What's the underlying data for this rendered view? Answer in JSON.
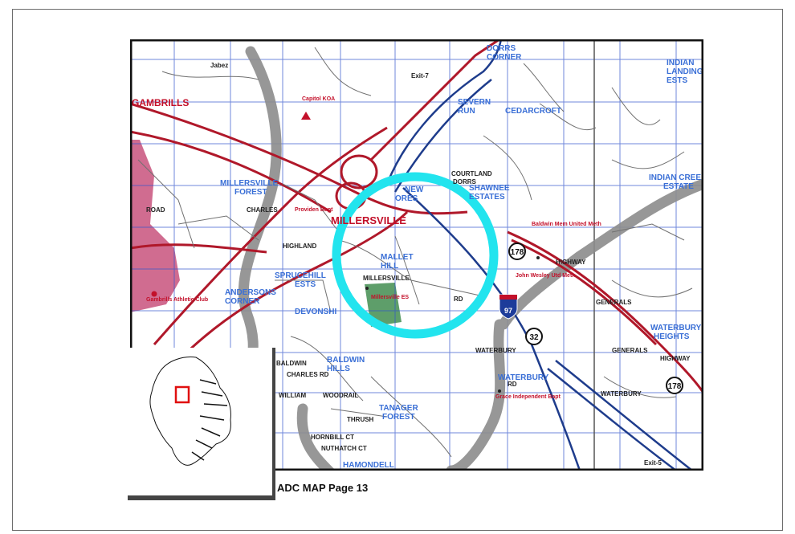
{
  "caption": "ADC MAP Page 13",
  "colors": {
    "grid": "#3355cc",
    "highway_red": "#b0182a",
    "highway_gray": "#8c8c8c",
    "railway_blue": "#1e3c8c",
    "highlight_circle": "#22e4ee",
    "place_blue": "#3a6fd6",
    "place_red": "#c3102a",
    "park_pink": "#c8527c",
    "school_green": "#5e9e6a",
    "inset_marker": "#e01010"
  },
  "map": {
    "place_labels_blue": [
      {
        "id": "dorrs-corner",
        "lines": [
          "DORRS",
          "CORNER"
        ]
      },
      {
        "id": "indian-landing",
        "lines": [
          "INDIAN",
          "LANDING",
          "ESTS"
        ]
      },
      {
        "id": "severn-run",
        "lines": [
          "SEVERN",
          "RUN"
        ]
      },
      {
        "id": "cedarcroft",
        "lines": [
          "CEDARCROFT"
        ]
      },
      {
        "id": "millersville-forest",
        "lines": [
          "MILLERSVILLE",
          "FOREST"
        ]
      },
      {
        "id": "shawnee-estates",
        "lines": [
          "SHAWNEE",
          "ESTATES"
        ]
      },
      {
        "id": "indian-creek",
        "lines": [
          "INDIAN CREE",
          "ESTATE"
        ]
      },
      {
        "id": "new",
        "lines": [
          "NEW",
          "ORES"
        ]
      },
      {
        "id": "mallet-hill",
        "lines": [
          "MALLET",
          "HILL"
        ]
      },
      {
        "id": "sprucehill",
        "lines": [
          "SPRUCEHILL",
          "ESTS"
        ]
      },
      {
        "id": "andersons-corner",
        "lines": [
          "ANDERSONS",
          "CORNER"
        ]
      },
      {
        "id": "devonshire",
        "lines": [
          "DEVONSHI"
        ]
      },
      {
        "id": "waterbury-heights",
        "lines": [
          "WATERBURY",
          "HEIGHTS"
        ]
      },
      {
        "id": "baldwin-hills",
        "lines": [
          "BALDWIN",
          "HILLS"
        ]
      },
      {
        "id": "waterbury",
        "lines": [
          "WATERBURY"
        ]
      },
      {
        "id": "tanager-forest",
        "lines": [
          "TANAGER",
          "FOREST"
        ]
      },
      {
        "id": "hamondell",
        "lines": [
          "HAMONDELL"
        ]
      }
    ],
    "place_labels_red": [
      {
        "id": "gambrills",
        "text": "GAMBRILLS"
      },
      {
        "id": "millersville",
        "text": "MILLERSVILLE"
      },
      {
        "id": "capitol-koa",
        "text": "Capitol KOA"
      },
      {
        "id": "providence-bapt",
        "text": "Providen Bapt"
      },
      {
        "id": "baldwin-mem",
        "text": "Baldwin Mem United Meth"
      },
      {
        "id": "john-wesley",
        "text": "John Wesley Utd Meth"
      },
      {
        "id": "gambrills-athletic",
        "text": "Gambrills Athletic Club"
      },
      {
        "id": "grace-bapt",
        "text": "Grace Independent Bapt"
      },
      {
        "id": "millersville-es",
        "text": "Millersville ES"
      }
    ],
    "road_labels": [
      "Jabez",
      "Exit-7",
      "Exit-5",
      "ROAD",
      "HIGHLAND",
      "CHARLES",
      "MILLERSVILLE",
      "RD",
      "HIGHWAY",
      "GENERALS",
      "WATERBURY",
      "BALDWIN",
      "CHARLES RD",
      "WILLIAM",
      "WOODRAIL",
      "THRUSH",
      "HORNBILL CT",
      "NUTHATCH CT",
      "COURTLAND",
      "DORRS",
      "HIGHWAY",
      "GENERALS",
      "RD",
      "WATERBURY"
    ],
    "route_shields": [
      "178",
      "32",
      "97",
      "178"
    ]
  }
}
